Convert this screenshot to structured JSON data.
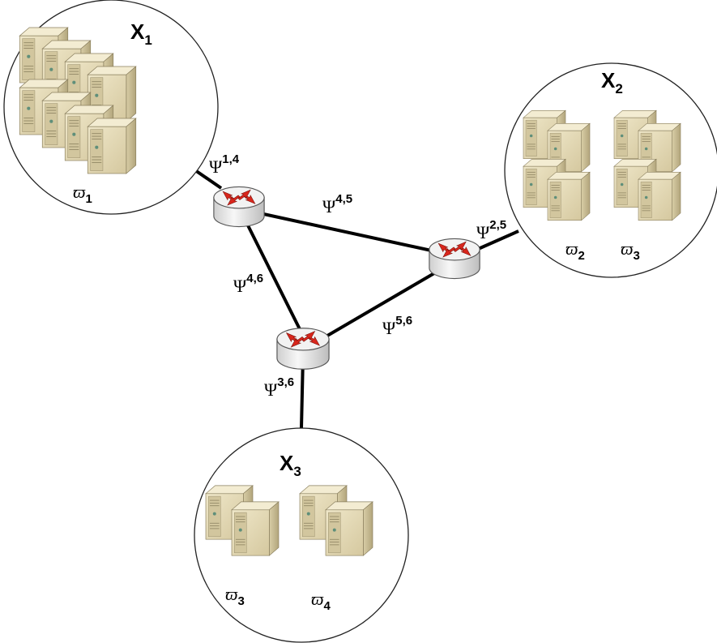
{
  "clusters": [
    {
      "name": "X",
      "index": "1",
      "groups": [
        {
          "symbol": "ϖ",
          "index": "1"
        }
      ]
    },
    {
      "name": "X",
      "index": "2",
      "groups": [
        {
          "symbol": "ϖ",
          "index": "2"
        },
        {
          "symbol": "ϖ",
          "index": "3"
        }
      ]
    },
    {
      "name": "X",
      "index": "3",
      "groups": [
        {
          "symbol": "ϖ",
          "index": "3"
        },
        {
          "symbol": "ϖ",
          "index": "4"
        }
      ]
    }
  ],
  "links": [
    {
      "symbol": "Ψ",
      "index": "1,4"
    },
    {
      "symbol": "Ψ",
      "index": "4,5"
    },
    {
      "symbol": "Ψ",
      "index": "2,5"
    },
    {
      "symbol": "Ψ",
      "index": "4,6"
    },
    {
      "symbol": "Ψ",
      "index": "5,6"
    },
    {
      "symbol": "Ψ",
      "index": "3,6"
    }
  ],
  "colors": {
    "server_front": "#e3d9b4",
    "server_side": "#bfb38c",
    "router_body": "#e9e9e9",
    "router_arrow": "#d9261c",
    "line": "#000000"
  }
}
